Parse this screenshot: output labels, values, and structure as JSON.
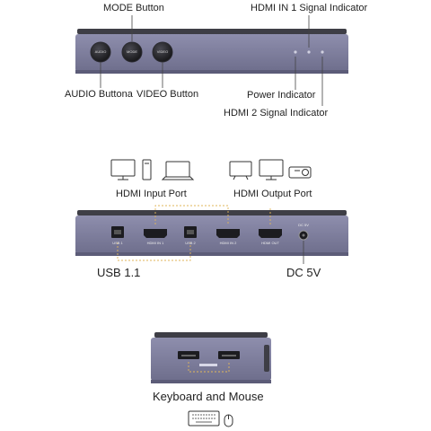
{
  "top_view": {
    "mode_button": "MODE Button",
    "hdmi1_indicator": "HDMI IN 1 Signal Indicator",
    "audio_button": "AUDIO Buttona",
    "video_button": "VIDEO Button",
    "power_indicator": "Power Indicator",
    "hdmi2_indicator": "HDMI 2 Signal Indicator",
    "btn_audio": "AUDIO",
    "btn_mode": "MODE",
    "btn_video": "VIDEO"
  },
  "rear_view": {
    "hdmi_input_port": "HDMI Input Port",
    "hdmi_output_port": "HDMI Output Port",
    "usb": "USB 1.1",
    "dc": "DC 5V",
    "ports": {
      "usb1": "USB 1",
      "hdmi1": "HDMI IN 1",
      "usb2": "USB 2",
      "hdmi2": "HDMI IN 2",
      "hdmiout": "HDMI OUT",
      "dc": "DC 5V"
    }
  },
  "side_view": {
    "keyboard_mouse": "Keyboard and Mouse"
  },
  "colors": {
    "device_body": "#7f7f9d",
    "device_top": "#3e3e46",
    "line": "#444444",
    "dotted_accent": "#e2b65a"
  }
}
